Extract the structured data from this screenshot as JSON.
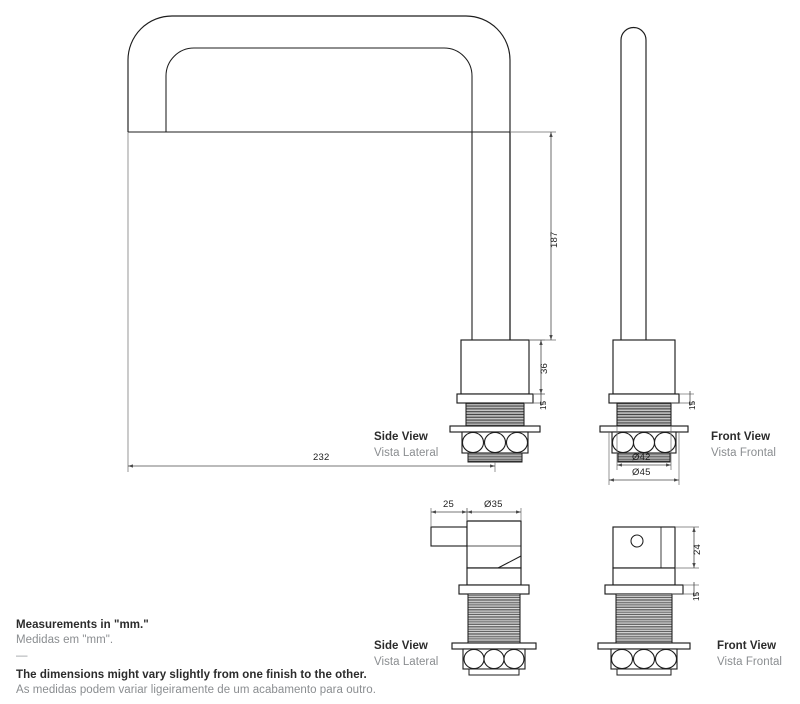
{
  "document": {
    "type": "technical-product-drawing",
    "subject": "Bridge-arc kitchen faucet spout with separate lever handle",
    "units_note_en": "Measurements in \"mm.\"",
    "units_note_pt": "Medidas em \"mm\".",
    "separator": "—",
    "tolerance_note_en": "The dimensions might vary slightly from one finish to the other.",
    "tolerance_note_pt": "As medidas podem variar ligeiramente de um acabamento para outro."
  },
  "views": {
    "spout_side": {
      "label_en": "Side View",
      "label_pt": "Vista Lateral"
    },
    "spout_front": {
      "label_en": "Front View",
      "label_pt": "Vista Frontal"
    },
    "handle_side": {
      "label_en": "Side View",
      "label_pt": "Vista Lateral"
    },
    "handle_front": {
      "label_en": "Front View",
      "label_pt": "Vista Frontal"
    }
  },
  "dimensions": {
    "spout_height": "187",
    "spout_reach": "232",
    "spout_body_height": "36",
    "spout_flange_thickness": "15",
    "spout_thread_diameter": "Ø42",
    "spout_base_diameter": "Ø45",
    "handle_lever_length": "25",
    "handle_body_diameter": "Ø35",
    "handle_body_height": "24",
    "handle_flange_thickness": "15"
  },
  "colors": {
    "line": "#1d1d1d",
    "thin_line": "#444444",
    "dim_line": "#6a6a6a",
    "hatch": "#3a3a3a",
    "text_dark": "#2b2b2b",
    "text_muted": "#8a8d90",
    "background": "#ffffff"
  }
}
